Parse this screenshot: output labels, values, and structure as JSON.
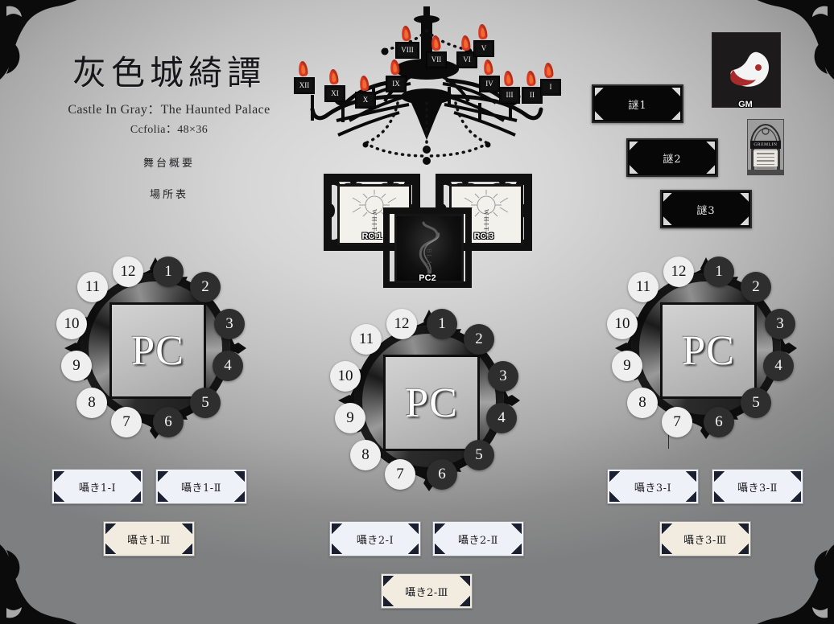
{
  "page": {
    "background_light": "#e2e2e2",
    "background_dark": "#7e7f80"
  },
  "title": {
    "main": "灰色城綺譚",
    "subtitle_en": "Castle In Gray：The Haunted Palace",
    "system": "Ccfolia：48×36",
    "link_1": "舞台概要",
    "link_2": "場所表"
  },
  "chandelier": {
    "candles": [
      "XII",
      "XI",
      "X",
      "IX",
      "VIII",
      "VII",
      "VI",
      "V",
      "IV",
      "III",
      "II",
      "I"
    ],
    "flame_color": "#d93b22"
  },
  "frames": [
    {
      "tag": "RC.1",
      "vertical_label": "WHITE",
      "style": "white"
    },
    {
      "tag": "PC2",
      "vertical_label": "BLACK",
      "style": "black"
    },
    {
      "tag": "RC.3",
      "vertical_label": "WHITE",
      "style": "white"
    }
  ],
  "nazo_buttons": [
    {
      "label": "謎1"
    },
    {
      "label": "謎2"
    },
    {
      "label": "謎3"
    }
  ],
  "gm": {
    "label": "GM",
    "avatar_bg": "#1c1a1a",
    "avatar_accent": "#b02a2a"
  },
  "gremlin_card": {
    "title": "GREMLIN"
  },
  "pc_units": [
    {
      "label": "PC",
      "name": "pc-1"
    },
    {
      "label": "PC",
      "name": "pc-2"
    },
    {
      "label": "PC",
      "name": "pc-3"
    }
  ],
  "clock_hours": [
    {
      "n": "1",
      "tone": "dark"
    },
    {
      "n": "2",
      "tone": "dark"
    },
    {
      "n": "3",
      "tone": "dark"
    },
    {
      "n": "4",
      "tone": "dark"
    },
    {
      "n": "5",
      "tone": "dark"
    },
    {
      "n": "6",
      "tone": "dark"
    },
    {
      "n": "7",
      "tone": "light"
    },
    {
      "n": "8",
      "tone": "light"
    },
    {
      "n": "9",
      "tone": "light"
    },
    {
      "n": "10",
      "tone": "light"
    },
    {
      "n": "11",
      "tone": "light"
    },
    {
      "n": "12",
      "tone": "light"
    }
  ],
  "whispers": {
    "group1": [
      {
        "label": "囁き1-Ⅰ",
        "style": "blue"
      },
      {
        "label": "囁き1-Ⅱ",
        "style": "blue"
      },
      {
        "label": "囁き1-Ⅲ",
        "style": "cream"
      }
    ],
    "group2": [
      {
        "label": "囁き2-Ⅰ",
        "style": "blue"
      },
      {
        "label": "囁き2-Ⅱ",
        "style": "blue"
      },
      {
        "label": "囁き2-Ⅲ",
        "style": "cream"
      }
    ],
    "group3": [
      {
        "label": "囁き3-Ⅰ",
        "style": "blue"
      },
      {
        "label": "囁き3-Ⅱ",
        "style": "blue"
      },
      {
        "label": "囁き3-Ⅲ",
        "style": "cream"
      }
    ]
  }
}
